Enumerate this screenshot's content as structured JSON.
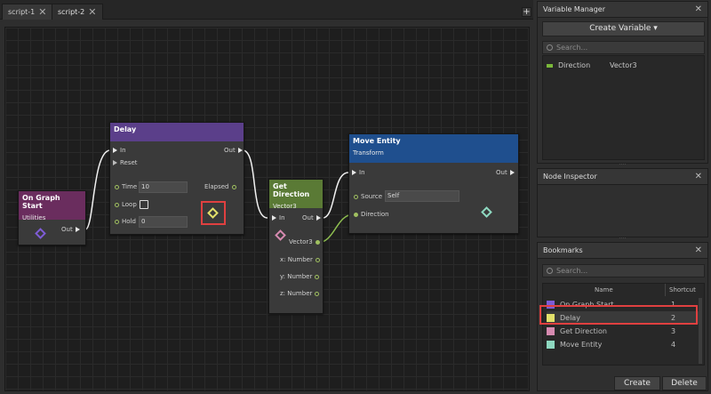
{
  "tabs": [
    {
      "label": "script-1",
      "active": false
    },
    {
      "label": "script-2",
      "active": true
    }
  ],
  "tab_close_glyph": "✕",
  "add_tab_glyph": "+",
  "nodes": {
    "on_graph_start": {
      "title": "On Graph Start",
      "subtitle": "Utilities",
      "out": "Out",
      "color": "#6a2d5e"
    },
    "delay": {
      "title": "Delay",
      "subtitle": "",
      "in": "In",
      "reset": "Reset",
      "out": "Out",
      "time_label": "Time",
      "time_value": "10",
      "loop_label": "Loop",
      "hold_label": "Hold",
      "hold_value": "0",
      "elapsed_label": "Elapsed",
      "color": "#5b3f8a"
    },
    "get_direction": {
      "title": "Get Direction",
      "subtitle": "Vector3",
      "in": "In",
      "out": "Out",
      "vector3_label": "Vector3",
      "x_label": "x: Number",
      "y_label": "y: Number",
      "z_label": "z: Number",
      "color": "#5a7a35"
    },
    "move_entity": {
      "title": "Move Entity",
      "subtitle": "Transform",
      "in": "In",
      "out": "Out",
      "source_label": "Source",
      "source_value": "Self",
      "direction_label": "Direction",
      "color": "#1f4f8e"
    }
  },
  "variable_manager": {
    "title": "Variable Manager",
    "create_button": "Create Variable ▾",
    "search_placeholder": "Search...",
    "variables": [
      {
        "name": "Direction",
        "type": "Vector3",
        "color": "#7ab83a"
      }
    ]
  },
  "node_inspector": {
    "title": "Node Inspector"
  },
  "bookmarks": {
    "title": "Bookmarks",
    "search_placeholder": "Search...",
    "col_name": "Name",
    "col_shortcut": "Shortcut",
    "items": [
      {
        "name": "On Graph Start",
        "shortcut": "1",
        "color": "#7e5cd6"
      },
      {
        "name": "Delay",
        "shortcut": "2",
        "color": "#e2e06a"
      },
      {
        "name": "Get Direction",
        "shortcut": "3",
        "color": "#d68ab0"
      },
      {
        "name": "Move Entity",
        "shortcut": "4",
        "color": "#8ed8c0"
      }
    ],
    "create_button": "Create",
    "delete_button": "Delete"
  },
  "close_glyph": "✕",
  "colors": {
    "highlight": "#e04040",
    "wire": "#f0f0f0",
    "data_wire": "#8fc050"
  }
}
